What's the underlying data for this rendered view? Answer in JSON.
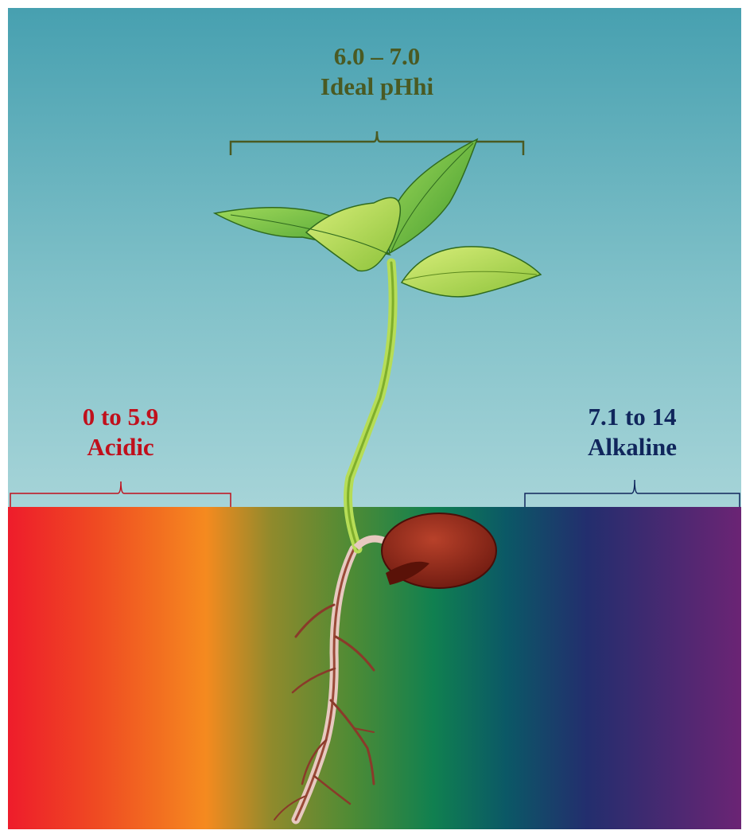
{
  "ranges": {
    "ideal": {
      "range": "6.0 – 7.0",
      "name": "Ideal pHhi",
      "color": "#4a5a22"
    },
    "acidic": {
      "range": "0 to 5.9",
      "name": "Acidic",
      "color": "#c0101c"
    },
    "alkaline": {
      "range": "7.1 to 14",
      "name": "Alkaline",
      "color": "#10265c"
    }
  },
  "colors": {
    "sky_top": "#4aa3b3",
    "sky_bottom": "#9fd0d6",
    "spectrum": [
      "#ef1b2a",
      "#f58220",
      "#8a8a2a",
      "#3d8a3a",
      "#0f7a4f",
      "#0b5a6a",
      "#2a2a70",
      "#6a2272"
    ],
    "leaf": "#6dbb3a",
    "seed": "#9c2a1a"
  }
}
